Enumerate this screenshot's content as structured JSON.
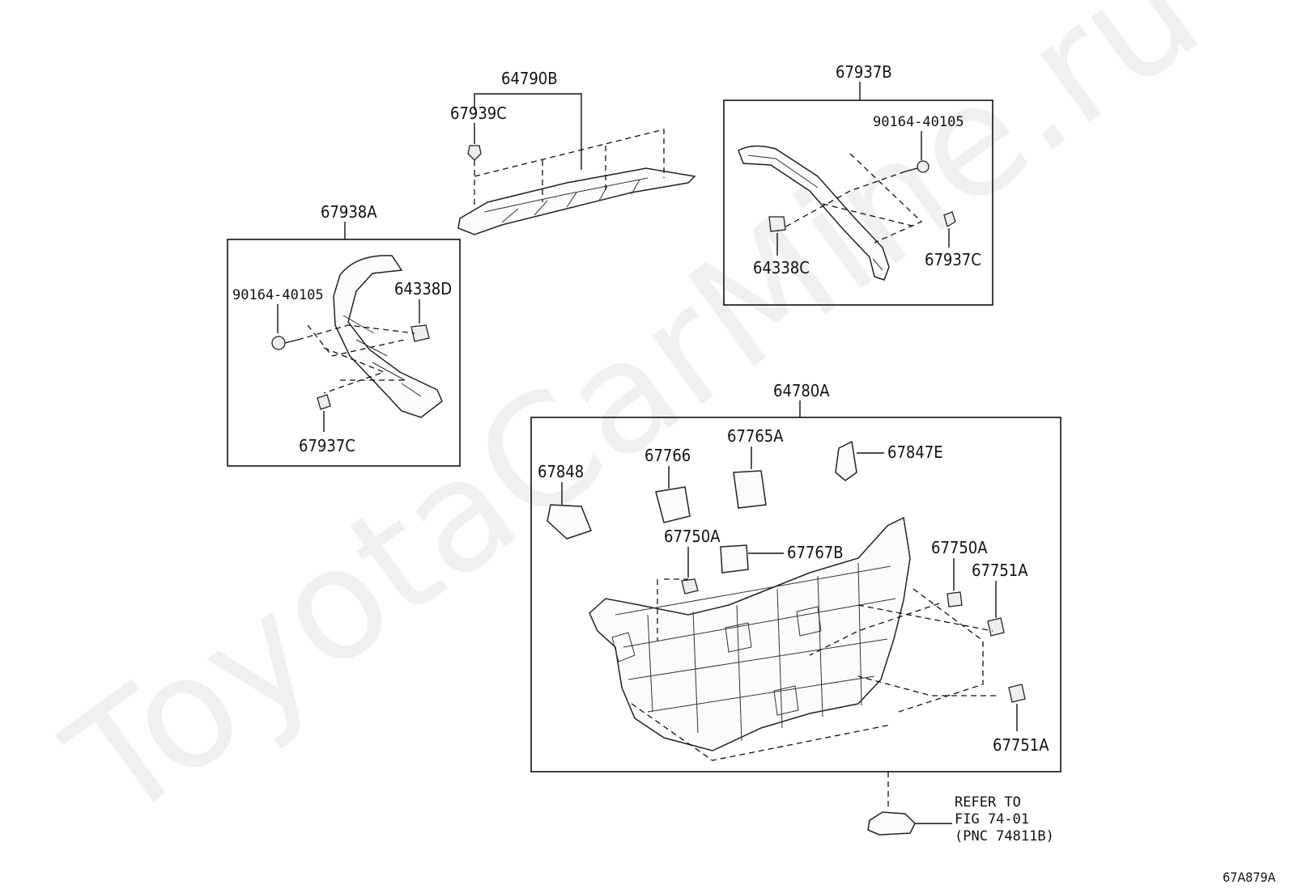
{
  "watermark": "ToyotaCarMine.ru",
  "figure_code": "67A879A",
  "groups": {
    "top_trim": {
      "label": "64790B",
      "fastener": "67939C"
    },
    "right_pillar": {
      "label": "67937B",
      "bolt": "90164-40105",
      "clip_a": "64338C",
      "clip_b": "67937C"
    },
    "left_pillar": {
      "label": "67938A",
      "bolt": "90164-40105",
      "clip_a": "64338D",
      "clip_b": "67937C"
    },
    "door_trim": {
      "label": "64780A",
      "parts": {
        "p67848": "67848",
        "p67766": "67766",
        "p67765A": "67765A",
        "p67847E": "67847E",
        "p67750A_left": "67750A",
        "p67767B": "67767B",
        "p67750A_right": "67750A",
        "p67751A_upper": "67751A",
        "p67751A_lower": "67751A"
      }
    }
  },
  "refer_note": {
    "line1": "REFER TO",
    "line2": "FIG 74-01",
    "line3": "(PNC 74811B)"
  }
}
